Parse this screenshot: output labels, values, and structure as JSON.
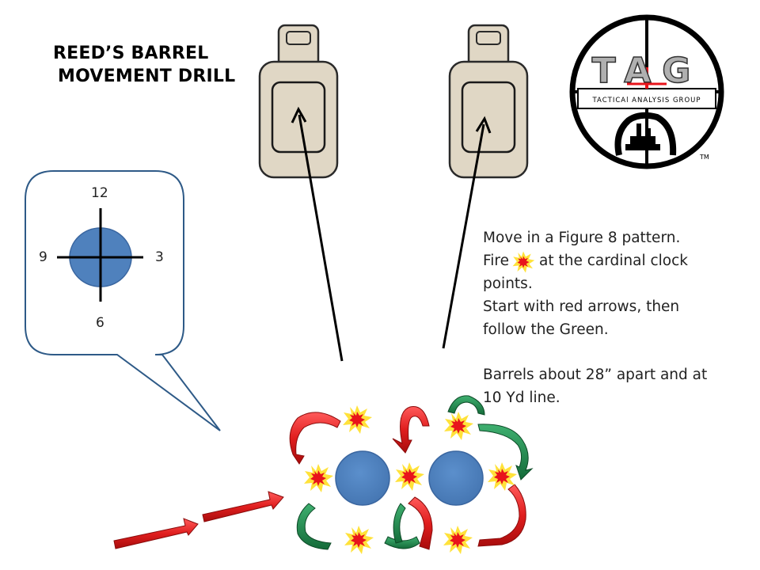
{
  "title": {
    "line1": "REED’S BARREL",
    "line2": "MOVEMENT DRILL"
  },
  "logo": {
    "letters": "TAG",
    "subtitle": "TACTICAl ANALYSIS GROUP",
    "trademark": "TM"
  },
  "clock_callout": {
    "label_12": "12",
    "label_3": "3",
    "label_6": "6",
    "label_9": "9"
  },
  "instructions": {
    "line1": "Move in a Figure 8 pattern.",
    "line2_before_icon": "Fire",
    "line2_after_icon": "at the cardinal clock",
    "line3": "points.",
    "line4": "Start with red arrows, then",
    "line5": "follow  the Green.",
    "line6": "Barrels about 28” apart and at",
    "line7": "10 Yd line."
  },
  "colors": {
    "target_fill": "#e0d7c5",
    "barrel_blue": "#4f81bd",
    "arrow_red": "#e01e1e",
    "arrow_green": "#1f8a4c",
    "burst_yellow": "#ffe23a",
    "burst_red": "#e8141b",
    "callout_border": "#2e5a87"
  }
}
